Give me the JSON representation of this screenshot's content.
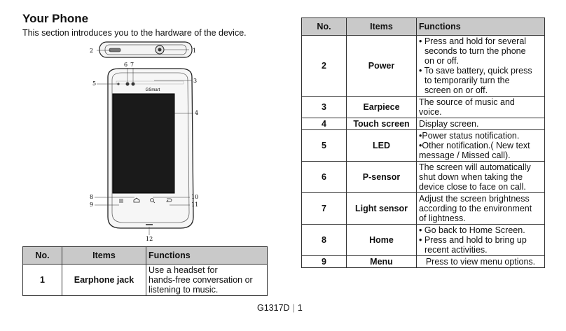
{
  "page": {
    "title": "Your Phone",
    "subtitle": "This section introduces you to the hardware of the device.",
    "footer_model": "G1317D",
    "footer_page": "1"
  },
  "headers": {
    "no": "No.",
    "items": "Items",
    "functions": "Functions"
  },
  "device": {
    "brand": "GSmart",
    "callouts": [
      "1",
      "2",
      "3",
      "4",
      "5",
      "6",
      "7",
      "8",
      "9",
      "10",
      "11",
      "12"
    ]
  },
  "left_table": {
    "rows": [
      {
        "no": "1",
        "item": "Earphone jack",
        "lines": [
          "Use a headset for",
          "hands-free conversation or",
          "listening to music."
        ]
      }
    ]
  },
  "right_table": {
    "rows": [
      {
        "no": "2",
        "item": "Power",
        "lines": [
          "• Press and hold for several",
          "seconds to turn the phone",
          "on or off.",
          "• To save battery, quick press",
          "to temporarily turn the",
          "screen on or off."
        ]
      },
      {
        "no": "3",
        "item": "Earpiece",
        "lines": [
          "The source of music and",
          "voice."
        ]
      },
      {
        "no": "4",
        "item": "Touch screen",
        "lines": [
          "Display screen."
        ]
      },
      {
        "no": "5",
        "item": "LED",
        "lines": [
          "•Power status notification.",
          "•Other notification.( New text",
          "message / Missed call)."
        ]
      },
      {
        "no": "6",
        "item": "P-sensor",
        "lines": [
          "The screen will automatically",
          "shut down when taking the",
          "device close to face on call."
        ]
      },
      {
        "no": "7",
        "item": "Light sensor",
        "lines": [
          "Adjust the screen brightness",
          "according to the environment",
          "of lightness."
        ]
      },
      {
        "no": "8",
        "item": "Home",
        "lines": [
          "• Go back to Home Screen.",
          "• Press and hold to bring up",
          "recent activities."
        ]
      },
      {
        "no": "9",
        "item": "Menu",
        "lines": [
          "Press to view menu options."
        ]
      }
    ]
  }
}
